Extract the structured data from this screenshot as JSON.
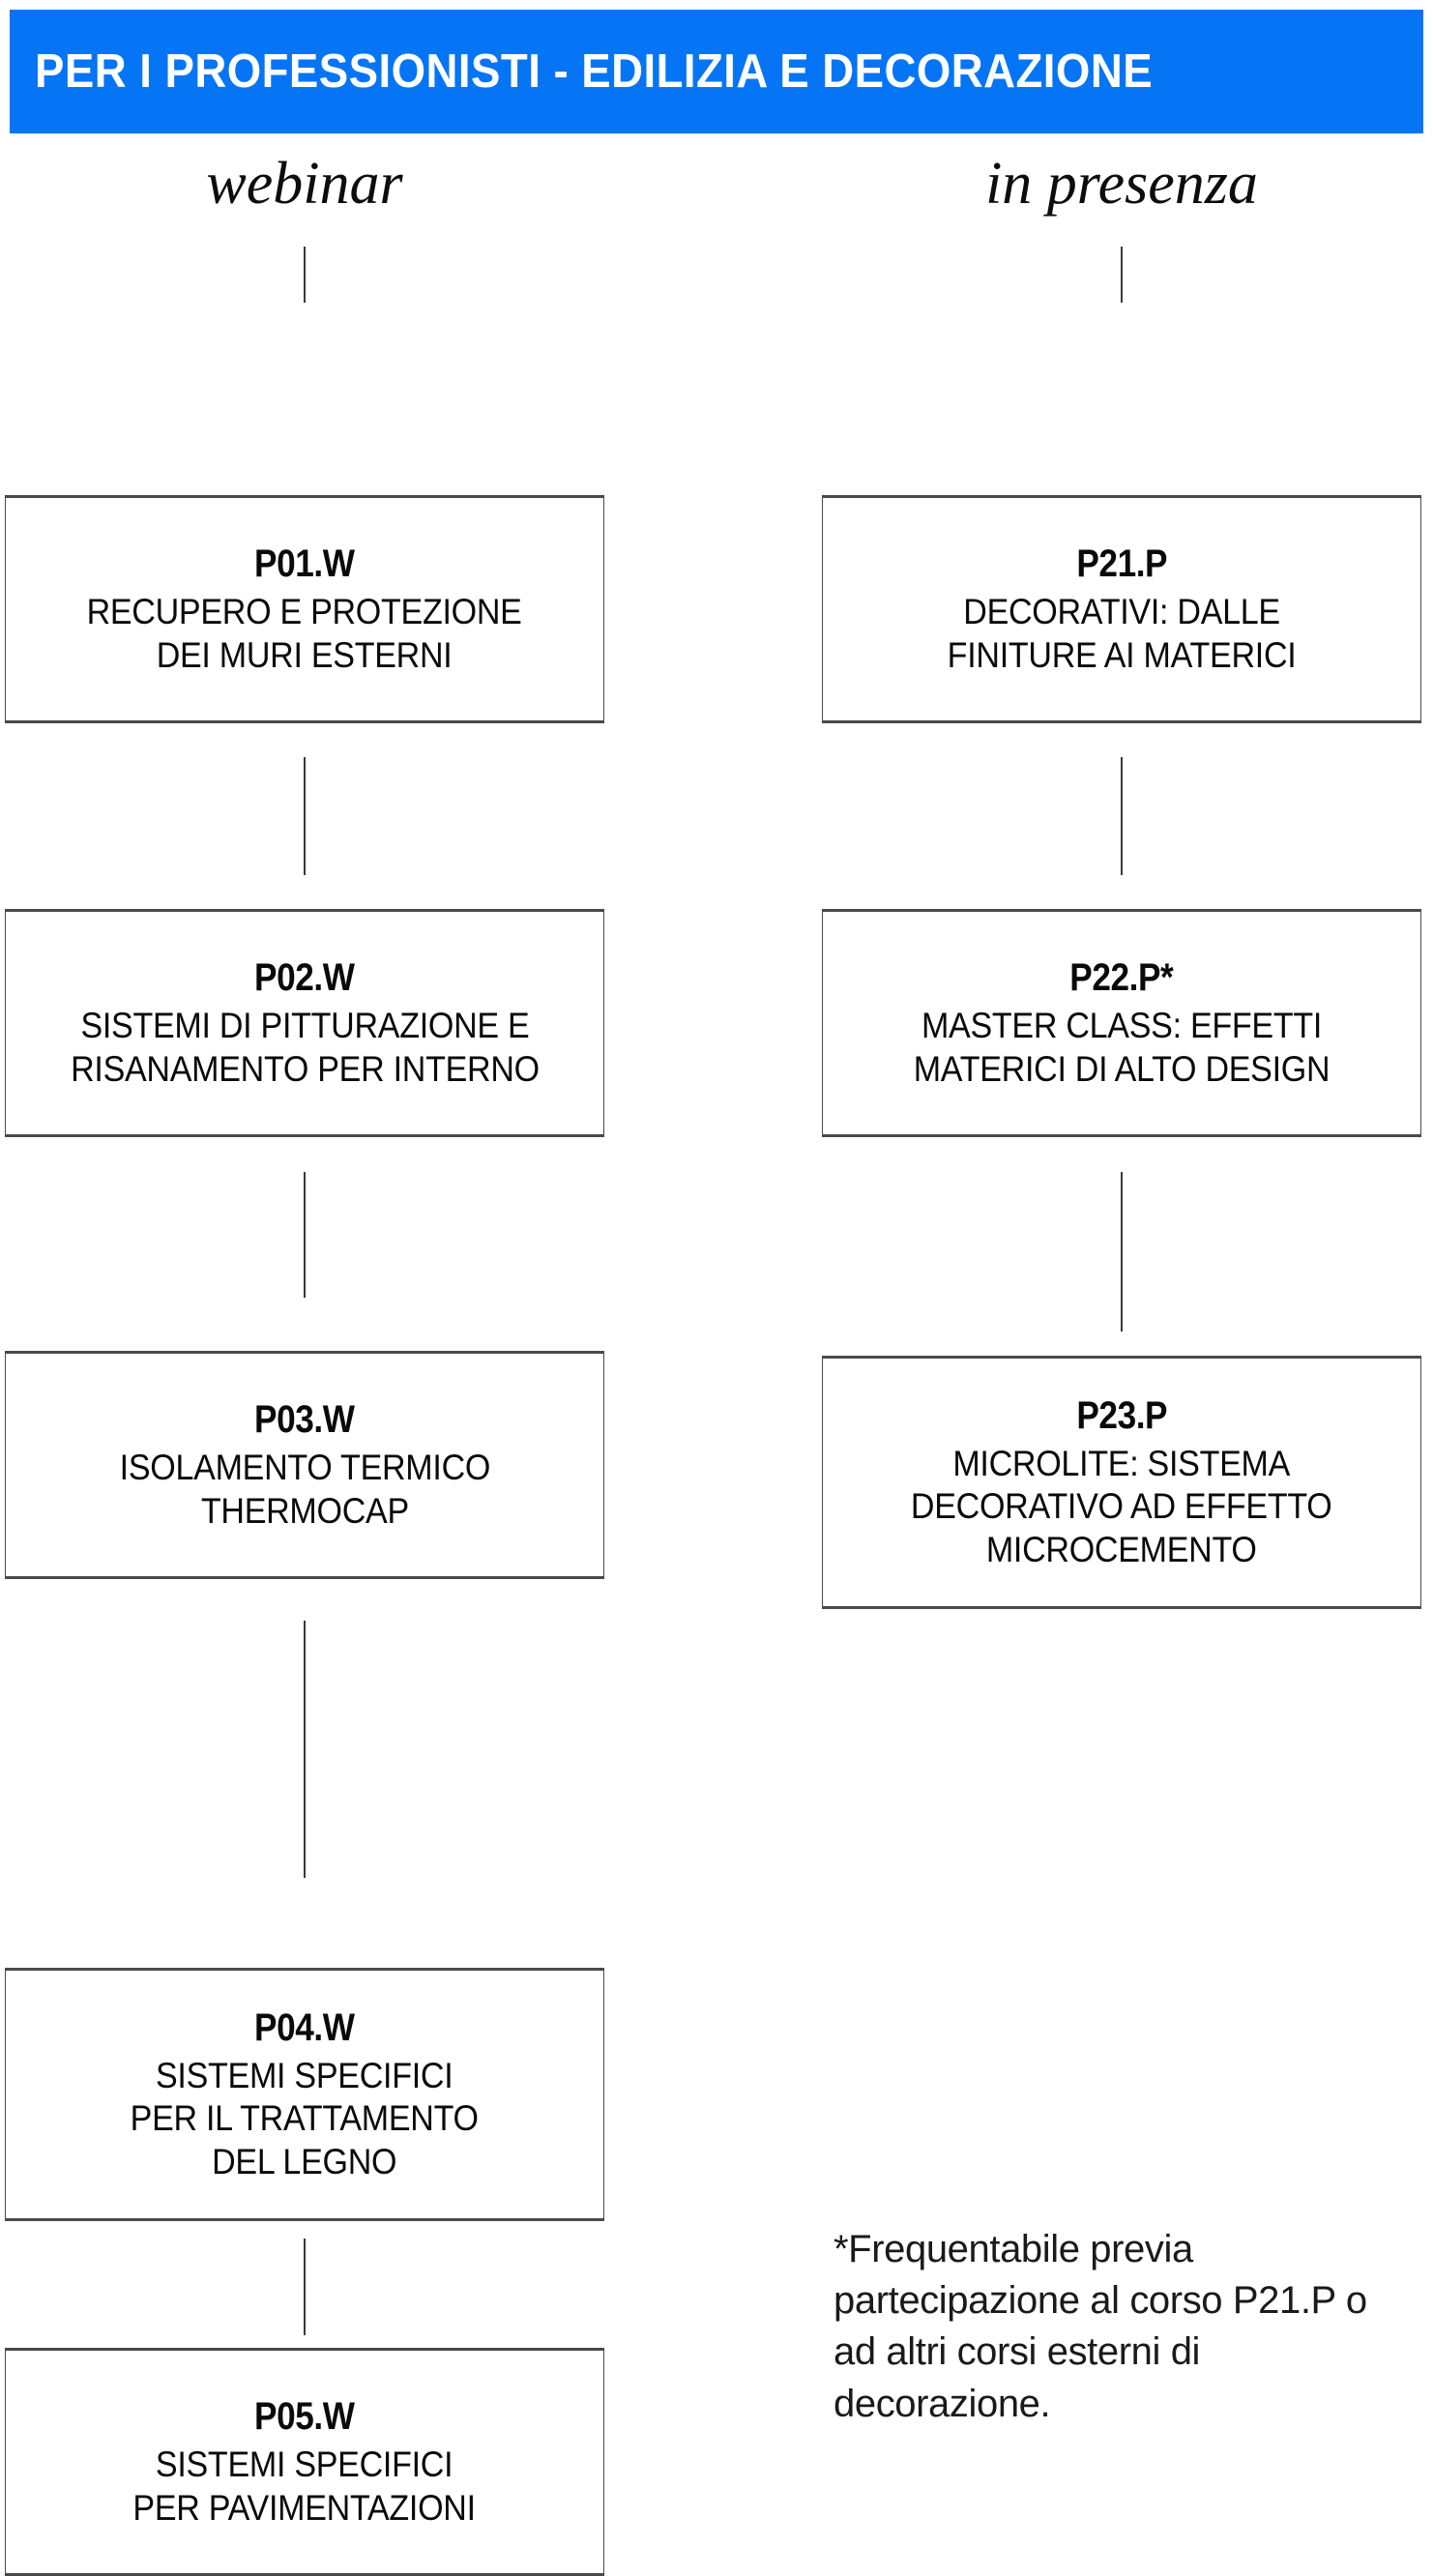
{
  "header": {
    "title": "PER I PROFESSIONISTI - EDILIZIA E DECORAZIONE",
    "background_color": "#0575F5",
    "text_color": "#FFFFFF"
  },
  "columns": [
    {
      "key": "webinar",
      "label": "webinar"
    },
    {
      "key": "in_presenza",
      "label": "in presenza"
    }
  ],
  "courses": {
    "webinar": [
      {
        "code": "P01.W",
        "lines": [
          "RECUPERO E PROTEZIONE",
          "DEI MURI ESTERNI"
        ]
      },
      {
        "code": "P02.W",
        "lines": [
          "SISTEMI DI PITTURAZIONE E",
          "RISANAMENTO PER INTERNO"
        ]
      },
      {
        "code": "P03.W",
        "lines": [
          "ISOLAMENTO TERMICO",
          "THERMOCAP"
        ]
      },
      {
        "code": "P04.W",
        "lines": [
          "SISTEMI SPECIFICI",
          "PER IL TRATTAMENTO",
          "DEL LEGNO"
        ]
      },
      {
        "code": "P05.W",
        "lines": [
          "SISTEMI SPECIFICI",
          "PER PAVIMENTAZIONI"
        ]
      }
    ],
    "in_presenza": [
      {
        "code": "P21.P",
        "lines": [
          "DECORATIVI: DALLE",
          "FINITURE AI MATERICI"
        ]
      },
      {
        "code": "P22.P*",
        "lines": [
          "MASTER CLASS: EFFETTI",
          "MATERICI DI ALTO DESIGN"
        ]
      },
      {
        "code": "P23.P",
        "lines": [
          "MICROLITE: SISTEMA",
          "DECORATIVO AD EFFETTO",
          "MICROCEMENTO"
        ]
      }
    ]
  },
  "footnote": {
    "marker": "*",
    "text": "*Frequentabile previa partecipazione al corso P21.P o ad altri corsi esterni di decorazione."
  }
}
